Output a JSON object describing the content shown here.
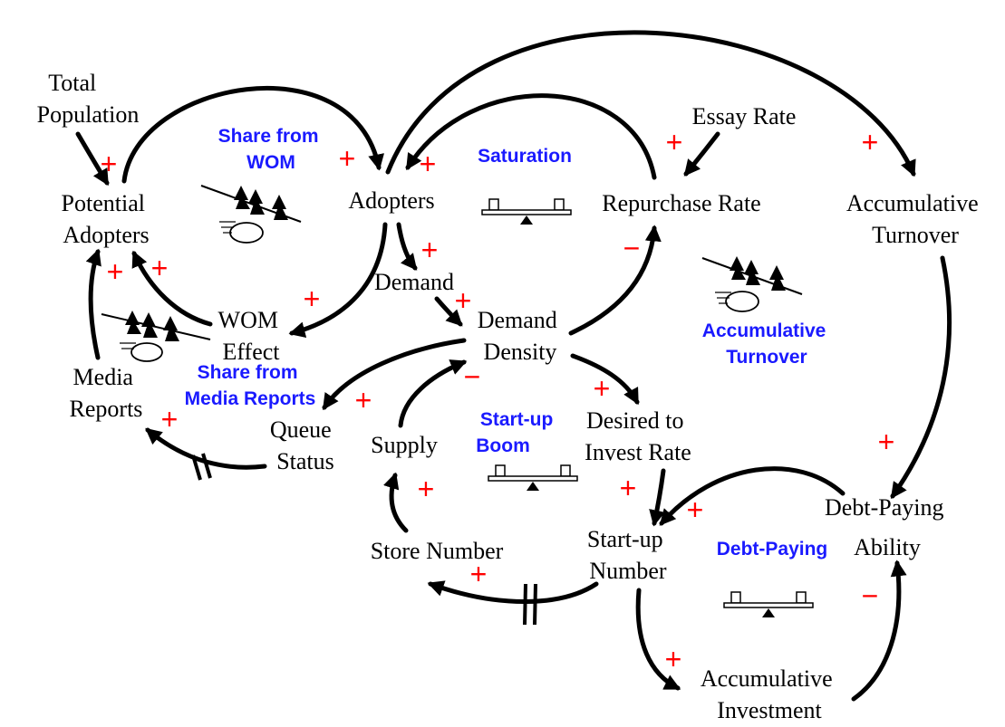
{
  "colors": {
    "ink": "#000000",
    "polarity": "#ff0000",
    "loop_label": "#1a1aff",
    "background": "#ffffff"
  },
  "variables": {
    "total_population": [
      "Total",
      "Population"
    ],
    "potential_adopters": [
      "Potential",
      "Adopters"
    ],
    "adopters": [
      "Adopters"
    ],
    "essay_rate": [
      "Essay Rate"
    ],
    "repurchase_rate": [
      "Repurchase Rate"
    ],
    "accumulative_turnover": [
      "Accumulative",
      "Turnover"
    ],
    "demand": [
      "Demand"
    ],
    "demand_density": [
      "Demand",
      "Density"
    ],
    "wom_effect": [
      "WOM",
      "Effect"
    ],
    "media_reports": [
      "Media",
      "Reports"
    ],
    "queue_status": [
      "Queue",
      "Status"
    ],
    "supply": [
      "Supply"
    ],
    "desired_to_invest_rate": [
      "Desired to",
      "Invest Rate"
    ],
    "start_up_number": [
      "Start-up",
      "Number"
    ],
    "store_number": [
      "Store Number"
    ],
    "debt_paying_ability": [
      "Debt-Paying",
      "Ability"
    ],
    "accumulative_investment": [
      "Accumulative",
      "Investment"
    ]
  },
  "loops": {
    "share_from_wom": {
      "lines": [
        "Share from",
        "WOM"
      ],
      "icon": "reinforcing-snowball-icon"
    },
    "saturation": {
      "lines": [
        "Saturation"
      ],
      "icon": "balancing-seesaw-icon"
    },
    "accumulative_turnover": {
      "lines": [
        "Accumulative",
        "Turnover"
      ],
      "icon": "reinforcing-snowball-icon"
    },
    "share_from_media_reports": {
      "lines": [
        "Share from",
        "Media Reports"
      ],
      "icon": "reinforcing-snowball-icon"
    },
    "start_up_boom": {
      "lines": [
        "Start-up",
        "Boom"
      ],
      "icon": "balancing-seesaw-icon"
    },
    "debt_paying": {
      "lines": [
        "Debt-Paying"
      ],
      "icon": "balancing-seesaw-icon"
    }
  },
  "links": [
    {
      "from": "total_population",
      "to": "potential_adopters",
      "polarity": "+",
      "delay": false
    },
    {
      "from": "potential_adopters",
      "to": "adopters",
      "polarity": "+",
      "delay": false
    },
    {
      "from": "adopters",
      "to": "wom_effect",
      "polarity": "+",
      "delay": false
    },
    {
      "from": "wom_effect",
      "to": "potential_adopters",
      "polarity": "+",
      "delay": false
    },
    {
      "from": "media_reports",
      "to": "potential_adopters",
      "polarity": "+",
      "delay": false
    },
    {
      "from": "repurchase_rate",
      "to": "adopters",
      "polarity": "+",
      "delay": false
    },
    {
      "from": "essay_rate",
      "to": "repurchase_rate",
      "polarity": "+",
      "delay": false
    },
    {
      "from": "adopters",
      "to": "accumulative_turnover",
      "polarity": "+",
      "delay": false
    },
    {
      "from": "adopters",
      "to": "demand",
      "polarity": "+",
      "delay": false
    },
    {
      "from": "demand",
      "to": "demand_density",
      "polarity": "+",
      "delay": false
    },
    {
      "from": "demand_density",
      "to": "repurchase_rate",
      "polarity": "−",
      "delay": false
    },
    {
      "from": "demand_density",
      "to": "queue_status",
      "polarity": "+",
      "delay": false
    },
    {
      "from": "queue_status",
      "to": "media_reports",
      "polarity": "+",
      "delay": true
    },
    {
      "from": "supply",
      "to": "demand_density",
      "polarity": "−",
      "delay": false
    },
    {
      "from": "demand_density",
      "to": "desired_to_invest_rate",
      "polarity": "+",
      "delay": false
    },
    {
      "from": "desired_to_invest_rate",
      "to": "start_up_number",
      "polarity": "+",
      "delay": false
    },
    {
      "from": "start_up_number",
      "to": "store_number",
      "polarity": "+",
      "delay": true
    },
    {
      "from": "store_number",
      "to": "supply",
      "polarity": "+",
      "delay": false
    },
    {
      "from": "accumulative_turnover",
      "to": "debt_paying_ability",
      "polarity": "+",
      "delay": false
    },
    {
      "from": "debt_paying_ability",
      "to": "start_up_number",
      "polarity": "+",
      "delay": false
    },
    {
      "from": "start_up_number",
      "to": "accumulative_investment",
      "polarity": "+",
      "delay": false
    },
    {
      "from": "accumulative_investment",
      "to": "debt_paying_ability",
      "polarity": "−",
      "delay": false
    }
  ]
}
